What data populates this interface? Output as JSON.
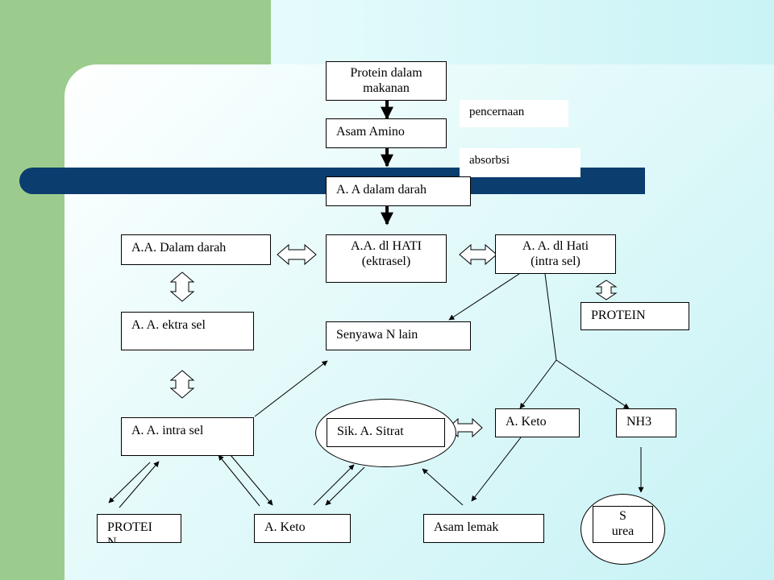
{
  "nodes": {
    "protein_makanan": "Protein dalam\nmakanan",
    "asam_amino": "Asam Amino",
    "pencernaan": "pencernaan",
    "absorbsi": "absorbsi",
    "aa_dalam_darah_top": "A. A dalam darah",
    "aa_dalam_darah_left": "A.A. Dalam darah",
    "aa_hati_ekstrasel": "A.A. dl HATI\n(ektrasel)",
    "aa_hati_intrasel": "A. A. dl Hati\n(intra sel)",
    "protein_right": "PROTEIN",
    "aa_ektra_sel": "A. A. ektra sel",
    "senyawa_n_lain": "Senyawa N lain",
    "aa_intra_sel": "A. A. intra sel",
    "sik_a_sitrat": "Sik. A. Sitrat",
    "a_keto_right": "A. Keto",
    "nh3": "NH3",
    "protein_bottom": "PROTEI\nN",
    "a_keto_bottom": "A. Keto",
    "asam_lemak": "Asam lemak",
    "s_urea": "S\nurea"
  },
  "colors": {
    "side_green": "#9bcc8e",
    "band_navy": "#0b3d6e",
    "background_cyan": "#c6f2f5"
  }
}
